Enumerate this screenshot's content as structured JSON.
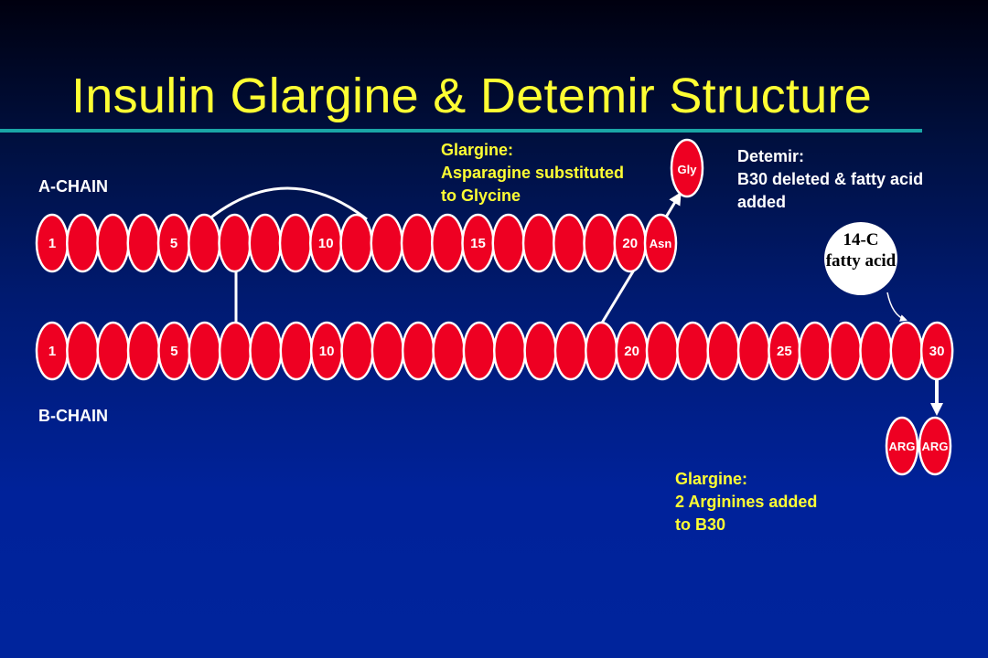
{
  "slide": {
    "title": "Insulin Glargine & Detemir Structure",
    "colors": {
      "title": "#ffff33",
      "rule": "#1aa6a6",
      "residue_fill": "#ee0022",
      "residue_stroke": "#ffffff",
      "background_top": "#00000f",
      "background_bottom": "#00249c"
    }
  },
  "a_chain": {
    "label": "A-CHAIN",
    "residue_count": 21,
    "numbered": {
      "1": "1",
      "5": "5",
      "10": "10",
      "15": "15",
      "20": "20"
    },
    "terminal_residue": "Asn"
  },
  "b_chain": {
    "label": "B-CHAIN",
    "residue_count": 30,
    "numbered": {
      "1": "1",
      "5": "5",
      "10": "10",
      "20": "20",
      "25": "25",
      "30": "30"
    }
  },
  "modifications": {
    "glargine_a21": {
      "heading": "Glargine:",
      "line1": "Asparagine substituted",
      "line2": "to Glycine",
      "new_residue": "Gly"
    },
    "detemir": {
      "heading": "Detemir:",
      "line1": "B30 deleted & fatty acid",
      "line2": "added",
      "fatty_acid_line1": "14-C",
      "fatty_acid_line2": "fatty acid"
    },
    "glargine_b30": {
      "heading": "Glargine:",
      "line1": "2 Arginines added",
      "line2": "to B30",
      "residues": [
        "ARG",
        "ARG"
      ]
    }
  }
}
